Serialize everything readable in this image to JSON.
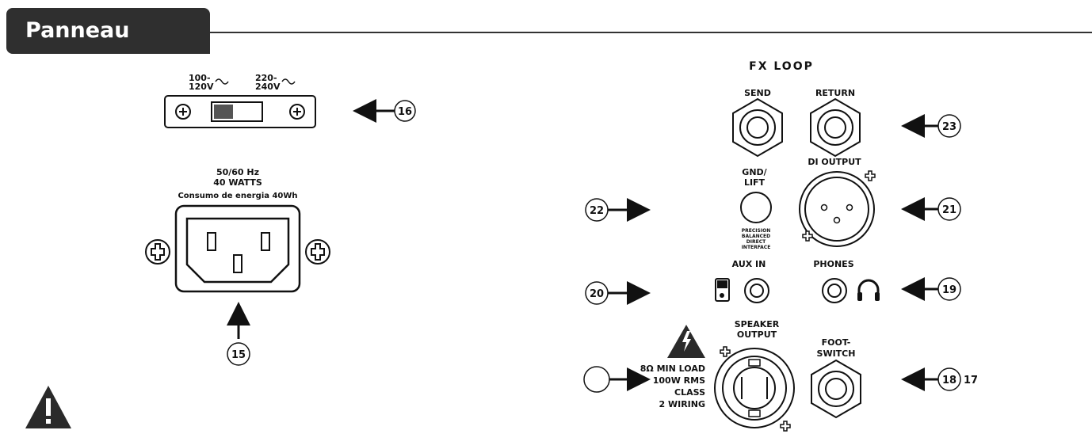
{
  "header": {
    "title": "Panneau arrière"
  },
  "voltage": {
    "low": [
      "100-",
      "120V"
    ],
    "high": [
      "220-",
      "240V"
    ]
  },
  "power": {
    "line1": "50/60 Hz",
    "line2": "40 WATTS",
    "line3": "Consumo de energia 40Wh"
  },
  "fx_loop": {
    "title": "FX LOOP",
    "send": "SEND",
    "return": "RETURN"
  },
  "di": {
    "gnd_lift": [
      "GND/",
      "LIFT"
    ],
    "output": "DI OUTPUT",
    "caption": [
      "PRECISION",
      "BALANCED",
      "DIRECT",
      "INTERFACE"
    ]
  },
  "aux_in": "AUX IN",
  "phones": "PHONES",
  "speaker": {
    "title": [
      "SPEAKER",
      "OUTPUT"
    ],
    "rating": [
      "8Ω MIN LOAD",
      "100W RMS",
      "CLASS",
      "2 WIRING"
    ]
  },
  "footswitch": [
    "FOOT-",
    "SWITCH"
  ],
  "callouts": [
    "16",
    "15",
    "23",
    "22",
    "21",
    "20",
    "19",
    "18",
    "17"
  ],
  "colors": {
    "ink": "#111111",
    "header_bg": "#2f2f2f"
  }
}
